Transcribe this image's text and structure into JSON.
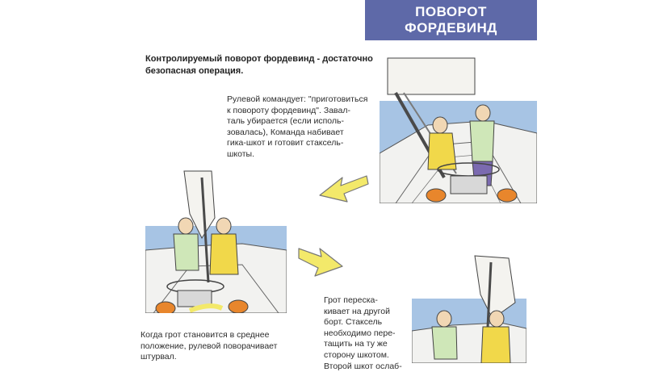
{
  "title": {
    "line1": "ПОВОРОТ",
    "line2": "ФОРДЕВИНД"
  },
  "lead": {
    "line1": "Контролируемый поворот фордевинд - достаточно",
    "line2": "безопасная операция."
  },
  "step1": {
    "lines": [
      "Рулевой командует: \"приготовиться",
      "к повороту фордевинд\". Завал-",
      "таль убирается (если исполь-",
      "зовалась), Команда набивает",
      "гика-шкот и готовит стаксель-",
      "шкоты."
    ]
  },
  "step2": {
    "lines": [
      "Когда грот становится в среднее",
      "положение, рулевой поворачивает",
      "штурвал."
    ]
  },
  "step3": {
    "lines": [
      "Грот переска-",
      "кивает на другой",
      "борт. Стаксель",
      "необходимо пере-",
      "тащить на ту же",
      "сторону шкотом.",
      "Второй шкот ослаб-"
    ]
  },
  "colors": {
    "title_bg": "#5e69a8",
    "arrow_yellow": "#f3e96a",
    "sea_blue": "#9bbbe0",
    "sail_white": "#f4f3ef",
    "crew_orange": "#e8862c"
  },
  "icons": [
    "arrow-left-down-icon",
    "arrow-right-down-icon"
  ]
}
